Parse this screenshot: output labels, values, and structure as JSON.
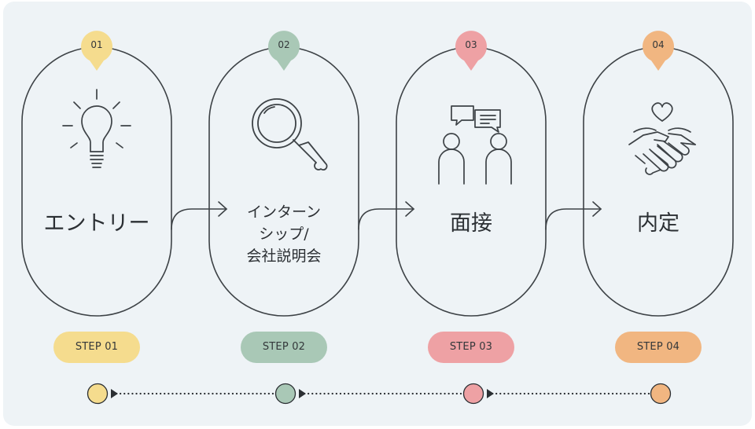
{
  "steps": [
    {
      "number": "01",
      "title": "エントリー",
      "badge": "STEP 01",
      "icon": "light-bulb-icon",
      "color": "#f5dc8e"
    },
    {
      "number": "02",
      "title": "インターン\nシップ/\n会社説明会",
      "badge": "STEP 02",
      "icon": "magnifier-icon",
      "color": "#a9c8b6"
    },
    {
      "number": "03",
      "title": "面接",
      "badge": "STEP 03",
      "icon": "interview-icon",
      "color": "#eea1a4"
    },
    {
      "number": "04",
      "title": "内定",
      "badge": "STEP 04",
      "icon": "handshake-heart-icon",
      "color": "#f1b681"
    }
  ]
}
